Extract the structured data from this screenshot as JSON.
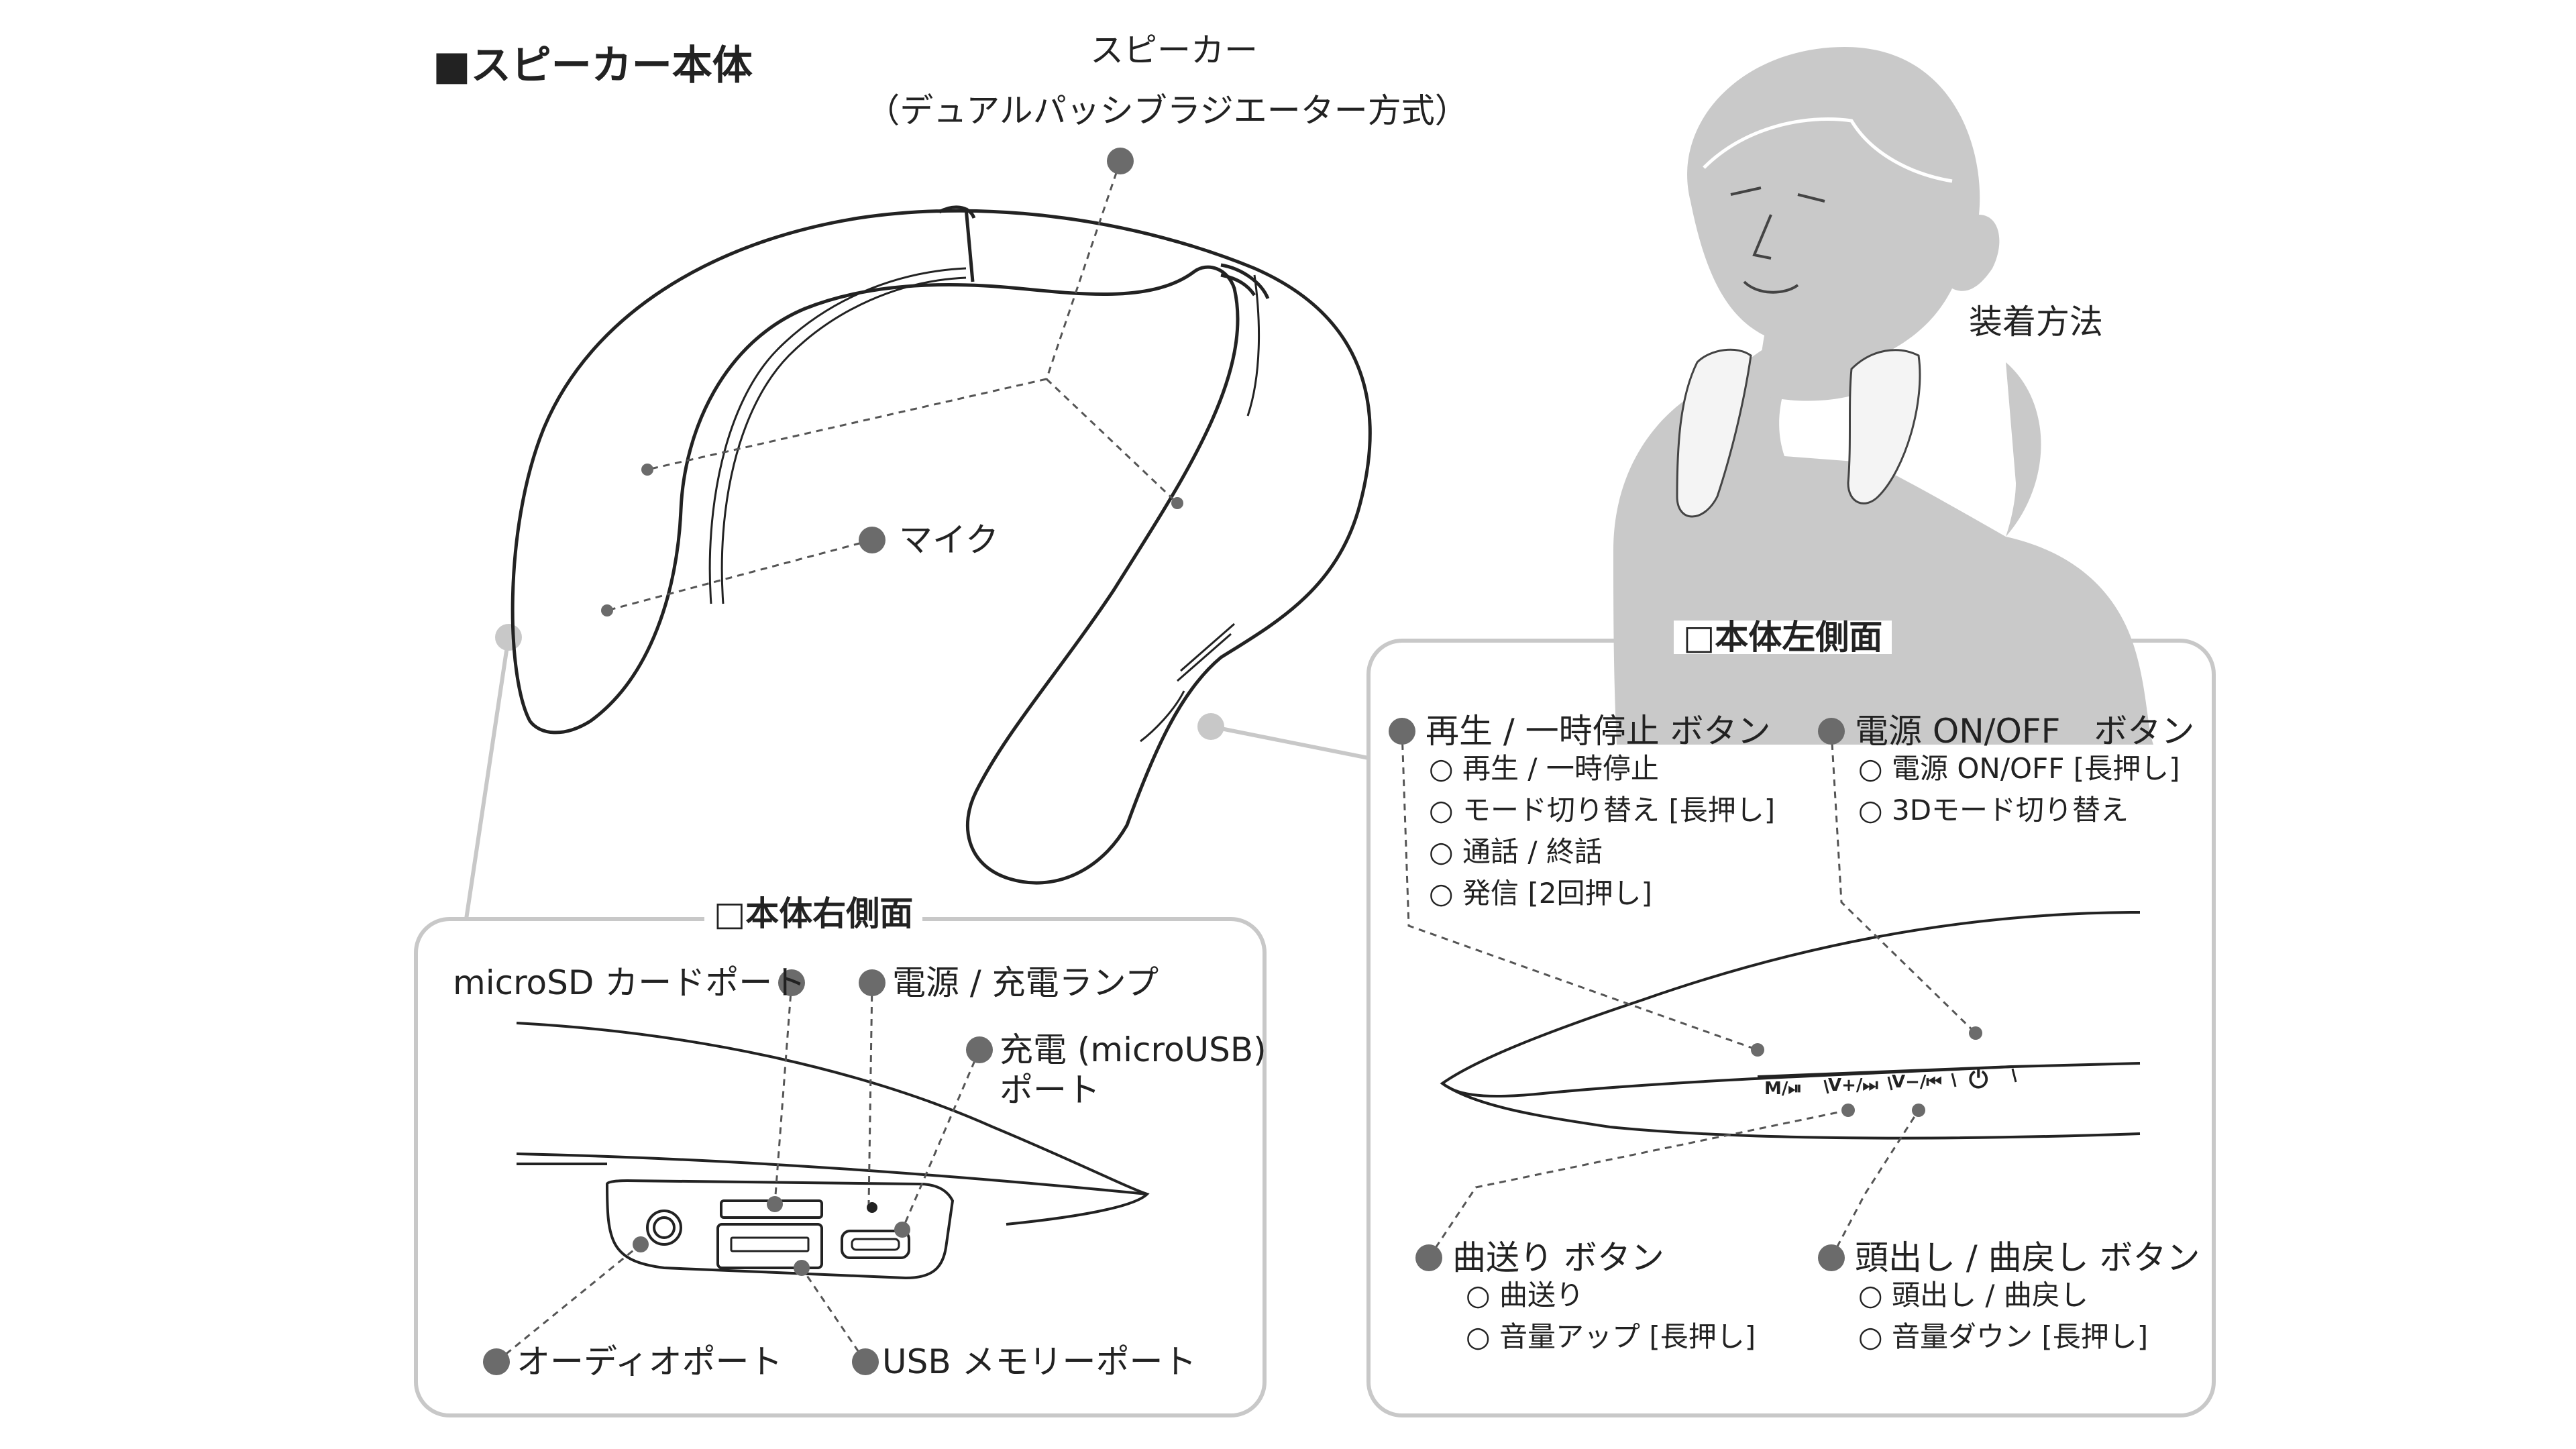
{
  "main_title": "■スピーカー本体",
  "speaker": {
    "label": "スピーカー",
    "sublabel": "（デュアルパッシブラジエーター方式）"
  },
  "mic_label": "マイク",
  "wearing_label": "装着方法",
  "left_panel": {
    "title": "□本体左側面",
    "play_pause": {
      "label": "再生 / 一時停止 ボタン",
      "items": [
        "○ 再生 / 一時停止",
        "○ モード切り替え [長押し]",
        "○ 通話 / 終話",
        "○ 発信 [2回押し]"
      ]
    },
    "power": {
      "label": "電源 ON/OFF　ボタン",
      "items": [
        "○ 電源 ON/OFF [長押し]",
        "○ 3Dモード切り替え"
      ]
    },
    "next": {
      "label": "曲送り ボタン",
      "items": [
        "○ 曲送り",
        "○ 音量アップ [長押し]"
      ]
    },
    "prev": {
      "label": "頭出し / 曲戻し ボタン",
      "items": [
        "○ 頭出し / 曲戻し",
        "○ 音量ダウン [長押し]"
      ]
    },
    "button_icons": {
      "mode": "M/⏯",
      "vol_up": "V+/⏭",
      "vol_down": "V−/⏮",
      "power": "⏻"
    }
  },
  "right_panel": {
    "title": "□本体右側面",
    "microsd": "microSD カードポート",
    "power_lamp": "電源 / 充電ランプ",
    "charge_line1": "充電 (microUSB)",
    "charge_line2": "ポート",
    "audio_port": "オーディオポート",
    "usb_port": "USB メモリーポート"
  },
  "colors": {
    "dot": "#6b6b6b",
    "line": "#555555",
    "panel_border": "#c8c8c8",
    "silhouette": "#c9c9c9"
  }
}
